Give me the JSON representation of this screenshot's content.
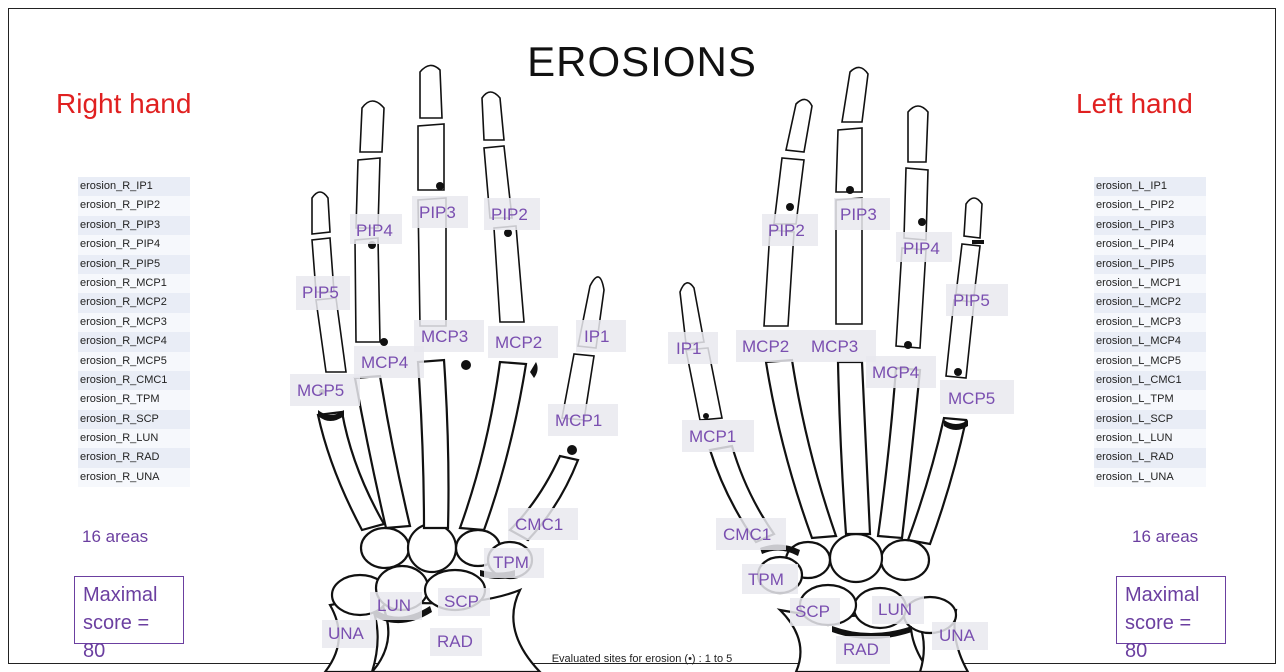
{
  "title": "EROSIONS",
  "right_hand": {
    "heading": "Right hand",
    "items": [
      "erosion_R_IP1",
      "erosion_R_PIP2",
      "erosion_R_PIP3",
      "erosion_R_PIP4",
      "erosion_R_PIP5",
      "erosion_R_MCP1",
      "erosion_R_MCP2",
      "erosion_R_MCP3",
      "erosion_R_MCP4",
      "erosion_R_MCP5",
      "erosion_R_CMC1",
      "erosion_R_TPM",
      "erosion_R_SCP",
      "erosion_R_LUN",
      "erosion_R_RAD",
      "erosion_R_UNA"
    ],
    "areas": "16 areas",
    "score_line1": "Maximal",
    "score_line2": "score = 80"
  },
  "left_hand": {
    "heading": "Left hand",
    "items": [
      "erosion_L_IP1",
      "erosion_L_PIP2",
      "erosion_L_PIP3",
      "erosion_L_PIP4",
      "erosion_L_PIP5",
      "erosion_L_MCP1",
      "erosion_L_MCP2",
      "erosion_L_MCP3",
      "erosion_L_MCP4",
      "erosion_L_MCP5",
      "erosion_L_CMC1",
      "erosion_L_TPM",
      "erosion_L_SCP",
      "erosion_L_LUN",
      "erosion_L_RAD",
      "erosion_L_UNA"
    ],
    "areas": "16 areas",
    "score_line1": "Maximal",
    "score_line2": "score = 80"
  },
  "joint_labels": {
    "pip2": "PIP2",
    "pip3": "PIP3",
    "pip4": "PIP4",
    "pip5": "PIP5",
    "ip1": "IP1",
    "mcp1": "MCP1",
    "mcp2": "MCP2",
    "mcp3": "MCP3",
    "mcp4": "MCP4",
    "mcp5": "MCP5",
    "cmc1": "CMC1",
    "tpm": "TPM",
    "scp": "SCP",
    "lun": "LUN",
    "rad": "RAD",
    "una": "UNA"
  },
  "footnote": "Evaluated sites for erosion (•) : 1 to 5"
}
